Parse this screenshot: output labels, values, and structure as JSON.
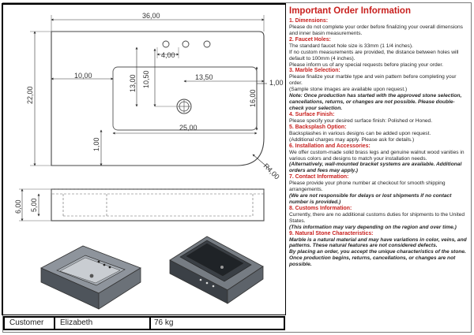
{
  "customer": {
    "label": "Customer",
    "name": "Elizabeth",
    "weight": "76 kg"
  },
  "dimensions": {
    "overall_width": "36,00",
    "hole_spacing": "4,00",
    "left_offset": "10,00",
    "hole_to_drain": "10,50",
    "top_to_drain": "13,00",
    "drain_offset": "13,50",
    "right_margin": "1,00",
    "overall_depth": "22,00",
    "basin_depth": "16,00",
    "basin_width": "25,00",
    "bottom_margin": "1,00",
    "corner_radius": "R4,00",
    "total_height": "6,00",
    "basin_height": "5,00"
  },
  "info": {
    "title": "Important Order Information",
    "sections": [
      {
        "heading": "1. Dimensions:",
        "lines": [
          {
            "text": "Please do not complete your order before finalizing your overall dimensions and inner basin measurements."
          }
        ]
      },
      {
        "heading": "2. Faucet Holes:",
        "lines": [
          {
            "text": "The standard faucet hole size is 33mm (1 1/4 inches)."
          },
          {
            "text": "If no custom measurements are provided, the distance between holes will default to 100mm (4 inches)."
          },
          {
            "text": "Please inform us of any special requests before placing your order."
          }
        ]
      },
      {
        "heading": "3. Marble Selection:",
        "lines": [
          {
            "text": "Please finalize your marble type and vein pattern before completing your order."
          },
          {
            "text": "(Sample stone images are available upon request.)"
          },
          {
            "text": "Note: Once production has started with the approved stone selection, cancellations, returns, or changes are not possible. Please double-check your selection.",
            "note": true
          }
        ]
      },
      {
        "heading": "4. Surface Finish:",
        "lines": [
          {
            "text": "Please specify your desired surface finish: Polished or Honed."
          }
        ]
      },
      {
        "heading": "5. Backsplash Option:",
        "lines": [
          {
            "text": "Backsplashes in various designs can be added upon request."
          },
          {
            "text": "(Additional charges may apply. Please ask for details.)"
          }
        ]
      },
      {
        "heading": "6. Installation and Accessories:",
        "lines": [
          {
            "text": "We offer custom-made solid brass legs and genuine walnut wood vanities in various colors and designs to match your installation needs."
          },
          {
            "text": "(Alternatively, wall-mounted bracket systems are available. Additional orders and fees may apply.)",
            "note": true
          }
        ]
      },
      {
        "heading": "7. Contact Information:",
        "lines": [
          {
            "text": "Please provide your phone number at checkout for smooth shipping arrangements."
          },
          {
            "text": "(We are not responsible for delays or lost shipments if no contact number is provided.)",
            "note": true
          }
        ]
      },
      {
        "heading": "8. Customs Information:",
        "lines": [
          {
            "text": "Currently, there are no additional customs duties for shipments to the United States."
          },
          {
            "text": "(This information may vary depending on the region and over time.)",
            "note": true
          }
        ]
      },
      {
        "heading": "9. Natural Stone Characteristics:",
        "lines": [
          {
            "text": "Marble is a natural material and may have variations in color, veins, and patterns. These natural features are not considered defects.",
            "note": true
          },
          {
            "text": "By placing an order, you accept the unique characteristics of the stone. Once production begins, returns, cancellations, or changes are not possible.",
            "note": true
          }
        ]
      }
    ]
  }
}
